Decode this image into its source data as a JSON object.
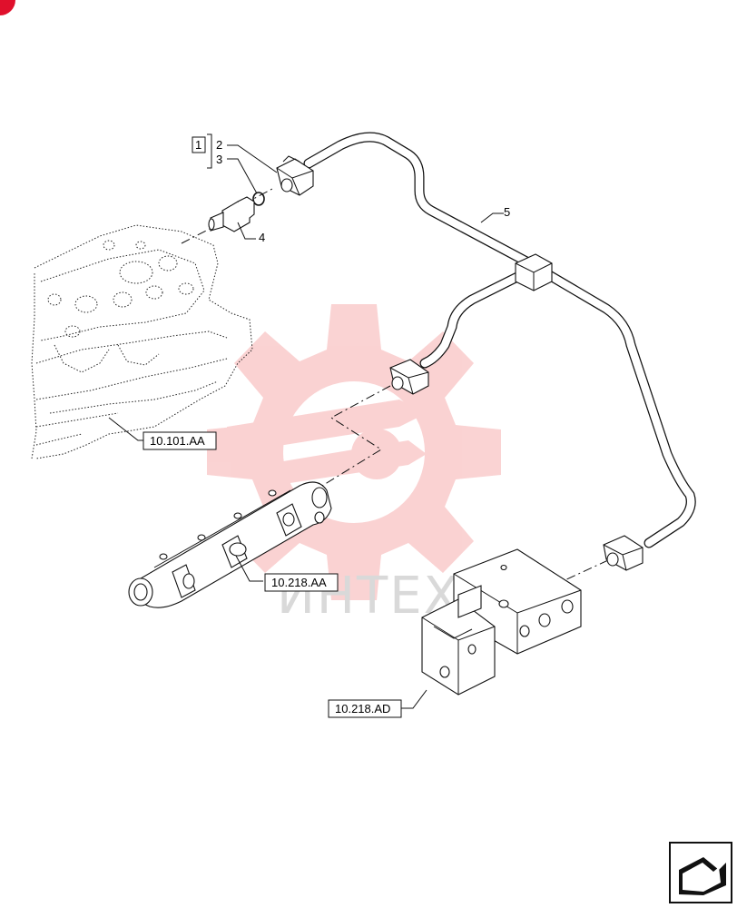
{
  "diagram": {
    "item_labels": {
      "group_box": "1",
      "connector": "2",
      "seal_ring": "3",
      "sensor": "4",
      "harness": "5"
    },
    "references": {
      "engine_block": "10.101.AA",
      "fuel_rail": "10.218.AA",
      "bracket": "10.218.AD"
    },
    "watermark_text": "ИНТЕХ",
    "colors": {
      "watermark": "#f28080",
      "corner_badge": "#e0102c"
    }
  }
}
